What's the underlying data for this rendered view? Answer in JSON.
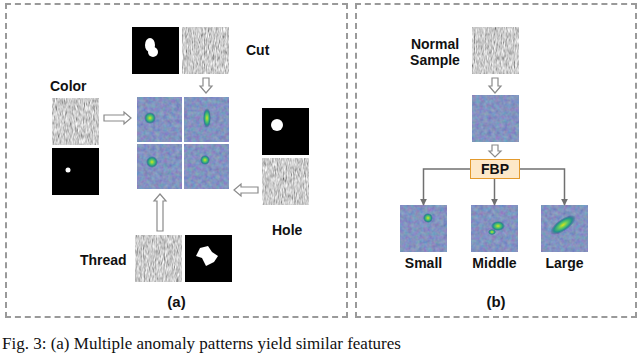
{
  "diagram": {
    "caption": "Fig. 3: (a) Multiple anomaly patterns yield similar features",
    "nodes": [
      {
        "text": [
          "(a)"
        ]
      },
      {
        "text": [
          "(b)"
        ]
      },
      {
        "text": [
          "FBP"
        ],
        "in": 1
      },
      {
        "text": [
          "Small"
        ],
        "in": 1
      },
      {
        "text": [
          "Middle"
        ],
        "in": 1
      },
      {
        "text": [
          "Large"
        ],
        "in": 1
      }
    ],
    "edges": [
      {
        "from": 2,
        "to": 3,
        "arrow": "to"
      },
      {
        "from": 2,
        "to": 4,
        "arrow": "to"
      },
      {
        "from": 2,
        "to": 5,
        "arrow": "to"
      }
    ],
    "labels": [
      "Cut",
      "Color",
      "Hole",
      "Thread",
      "Normal Sample"
    ]
  }
}
